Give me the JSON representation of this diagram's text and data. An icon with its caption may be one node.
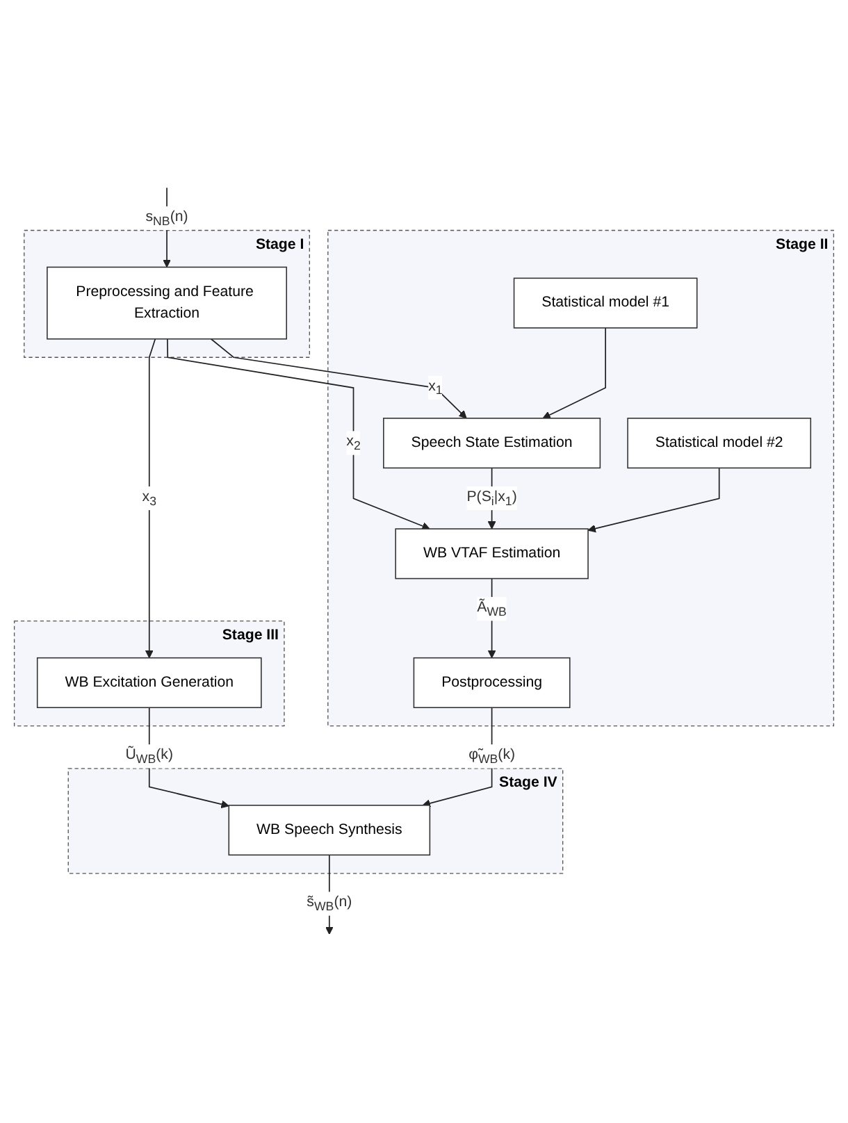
{
  "diagram": {
    "nodes": [
      {
        "text": [
          "Stage I"
        ]
      },
      {
        "text": [
          "Preprocessing and Feature Extraction"
        ],
        "in": 0
      },
      {
        "text": [
          "Stage III"
        ]
      },
      {
        "text": [
          "WB Excitation Generation"
        ],
        "in": 2
      },
      {
        "text": [
          "Stage II"
        ]
      },
      {
        "text": [
          "Speech State Estimation"
        ],
        "in": 4
      },
      {
        "text": [
          "Statistical model #1"
        ],
        "in": 4
      },
      {
        "text": [
          "WB VTAF Estimation"
        ],
        "in": 4
      },
      {
        "text": [
          "Statistical model #2"
        ],
        "in": 4
      },
      {
        "text": [
          "Postprocessing"
        ],
        "in": 4
      },
      {
        "text": [
          "Stage IV"
        ]
      },
      {
        "text": [
          "WB Speech Synthesis"
        ],
        "in": 10
      }
    ],
    "edges": [
      {
        "from": null,
        "to": 1,
        "arrow": "to",
        "label": "s$_{NB}$(n)"
      },
      {
        "from": 1,
        "to": 3,
        "arrow": "to",
        "label": "x$_{3}$"
      },
      {
        "from": 1,
        "to": 7,
        "arrow": "to",
        "label": "x$_{2}$"
      },
      {
        "from": 1,
        "to": 5,
        "arrow": "to",
        "label": "x$_{1}$"
      },
      {
        "from": 6,
        "to": 5,
        "arrow": "to"
      },
      {
        "from": 5,
        "to": 7,
        "arrow": "to",
        "label": "P(S$_{i}$|x$_{1}$)"
      },
      {
        "from": 8,
        "to": 7,
        "arrow": "to"
      },
      {
        "from": 7,
        "to": 9,
        "arrow": "to",
        "label": "Ã$_{WB}$"
      },
      {
        "from": 3,
        "to": 11,
        "arrow": "to",
        "label": "Ũ$_{WB}$(k)"
      },
      {
        "from": 9,
        "to": 11,
        "arrow": "to",
        "label": "φ̃$_{WB}$(k)"
      },
      {
        "from": 11,
        "to": null,
        "arrow": "to",
        "label": "s̃$_{WB}$(n)"
      }
    ]
  }
}
